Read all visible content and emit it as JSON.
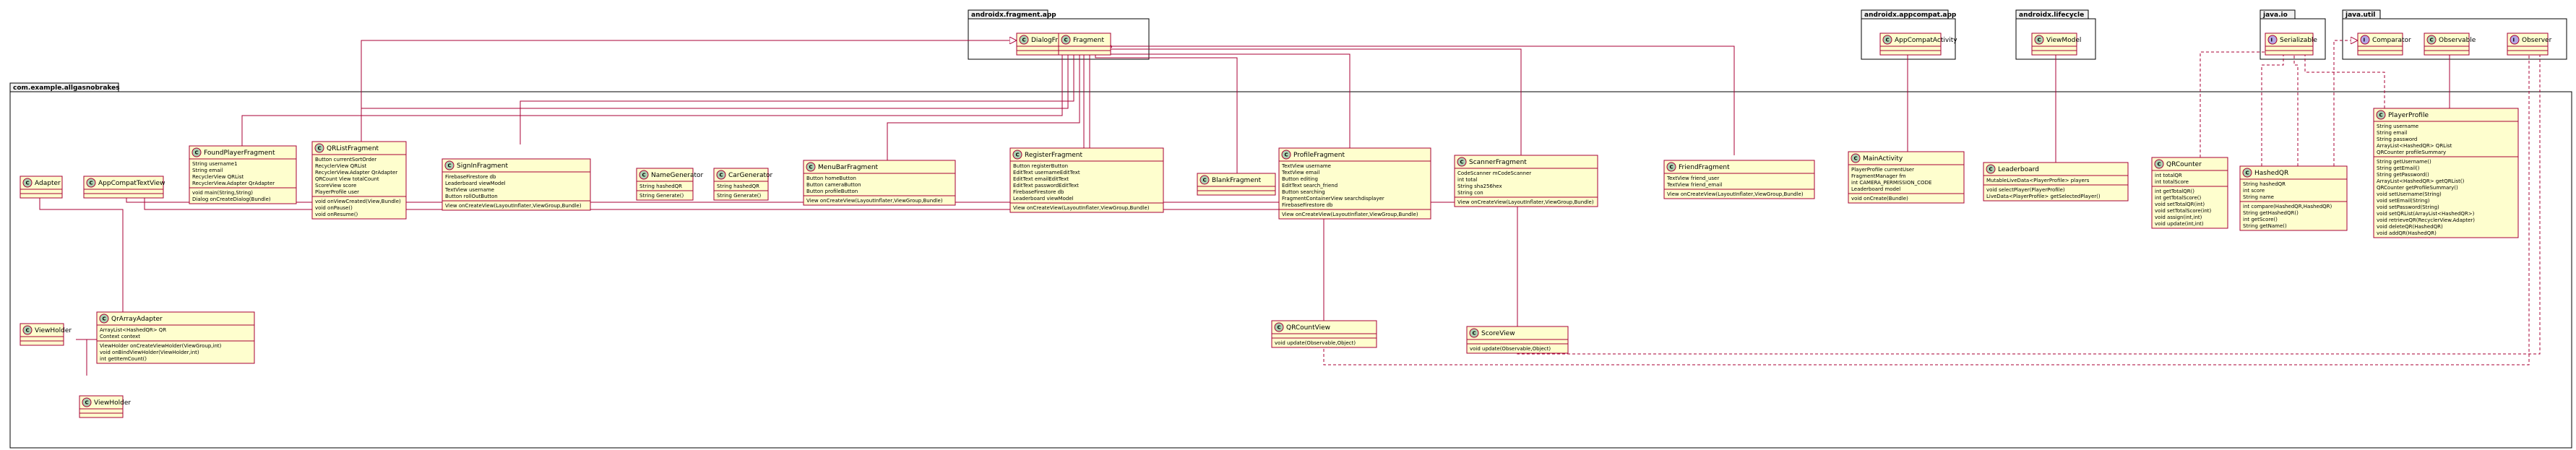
{
  "packages": {
    "main": "com.example.allgasnobrakes",
    "fragment_app": "androidx.fragment.app",
    "appcompat_app": "androidx.appcompat.app",
    "lifecycle": "androidx.lifecycle",
    "java_io": "java.io",
    "java_util": "java.util"
  },
  "classes": {
    "DialogFragment": {
      "name": "DialogFragment",
      "members": []
    },
    "Fragment": {
      "name": "Fragment",
      "members": []
    },
    "AppCompatActivity": {
      "name": "AppCompatActivity",
      "members": []
    },
    "ViewModel": {
      "name": "ViewModel",
      "members": []
    },
    "Serializable": {
      "name": "Serializable",
      "members": []
    },
    "Comparator": {
      "name": "Comparator",
      "members": []
    },
    "Observable": {
      "name": "Observable",
      "members": []
    },
    "Observer": {
      "name": "Observer",
      "members": []
    },
    "Adapter": {
      "name": "Adapter",
      "members": []
    },
    "AppCompatTextView": {
      "name": "AppCompatTextView",
      "members": []
    },
    "FoundPlayerFragment": {
      "name": "FoundPlayerFragment",
      "members": [
        "String username1",
        "String email",
        "RecyclerView QRList",
        "RecyclerView.Adapter QrAdapter",
        "void main(String,String)",
        "Dialog onCreateDialog(Bundle)"
      ]
    },
    "QRListFragment": {
      "name": "QRListFragment",
      "members": [
        "Button currentSortOrder",
        "RecyclerView QRList",
        "RecyclerView.Adapter QrAdapter",
        "QRCount View totalCount",
        "ScoreView score",
        "PlayerProfile user",
        "void onViewCreated(View,Bundle)",
        "void onPause()",
        "void onResume()"
      ]
    },
    "SignInFragment": {
      "name": "SignInFragment",
      "members": [
        "FirebaseFirestore db",
        "Leaderboard viewModel",
        "TextView username",
        "Button rollOutButton",
        "View onCreateView(LayoutInflater,ViewGroup,Bundle)"
      ]
    },
    "NameGenerator": {
      "name": "NameGenerator",
      "members": [
        "String hashedQR",
        "String Generate()"
      ]
    },
    "CarGenerator": {
      "name": "CarGenerator",
      "members": [
        "String hashedQR",
        "String Generate()"
      ]
    },
    "MenuBarFragment": {
      "name": "MenuBarFragment",
      "members": [
        "Button homeButton",
        "Button cameraButton",
        "Button profileButton",
        "View onCreateView(LayoutInflater,ViewGroup,Bundle)"
      ]
    },
    "RegisterFragment": {
      "name": "RegisterFragment",
      "members": [
        "Button registerButton",
        "EditText usernameEditText",
        "EditText emailEditText",
        "EditText passwordEditText",
        "FirebaseFirestore db",
        "Leaderboard viewModel",
        "View onCreateView(LayoutInflater,ViewGroup,Bundle)"
      ]
    },
    "BlankFragment": {
      "name": "BlankFragment",
      "members": []
    },
    "ProfileFragment": {
      "name": "ProfileFragment",
      "members": [
        "TextView username",
        "TextView email",
        "Button editing",
        "EditText search_friend",
        "Button searching",
        "FragmentContainerView searchdisplayer",
        "FirebaseFirestore db",
        "View onCreateView(LayoutInflater,ViewGroup,Bundle)"
      ]
    },
    "ScannerFragment": {
      "name": "ScannerFragment",
      "members": [
        "CodeScanner mCodeScanner",
        "int total",
        "String sha256hex",
        "String con",
        "View onCreateView(LayoutInflater,ViewGroup,Bundle)"
      ]
    },
    "FriendFragment": {
      "name": "FriendFragment",
      "members": [
        "TextView friend_user",
        "TextView friend_email",
        "View onCreateView(LayoutInflater,ViewGroup,Bundle)"
      ]
    },
    "MainActivity": {
      "name": "MainActivity",
      "members": [
        "PlayerProfile currentUser",
        "FragmentManager fm",
        "int CAMERA_PERMISSION_CODE",
        "Leaderboard model",
        "void onCreate(Bundle)"
      ]
    },
    "Leaderboard": {
      "name": "Leaderboard",
      "members": [
        "MutableLiveData<PlayerProfile> players",
        "void selectPlayer(PlayerProfile)",
        "LiveData<PlayerProfile> getSelectedPlayer()"
      ]
    },
    "QRCounter": {
      "name": "QRCounter",
      "members": [
        "int totalQR",
        "int totalScore",
        "int getTotalQR()",
        "int getTotalScore()",
        "void setTotalQR(int)",
        "void setTotalScore(int)",
        "void assign(int,int)",
        "void update(int,int)"
      ]
    },
    "HashedQR": {
      "name": "HashedQR",
      "members": [
        "String hashedQR",
        "int score",
        "String name",
        "int compare(HashedQR,HashedQR)",
        "String getHashedQR()",
        "int getScore()",
        "String getName()"
      ]
    },
    "PlayerProfile": {
      "name": "PlayerProfile",
      "members": [
        "String username",
        "String email",
        "String password",
        "ArrayList<HashedQR> QRList",
        "QRCounter profileSummary",
        "String getUsername()",
        "String getEmail()",
        "String getPassword()",
        "ArrayList<HashedQR> getQRList()",
        "QRCounter getProfileSummary()",
        "void setUsername(String)",
        "void setEmail(String)",
        "void setPassword(String)",
        "void setQRList(ArrayList<HashedQR>)",
        "void retrieveQR(RecyclerView.Adapter)",
        "void deleteQR(HashedQR)",
        "void addQR(HashedQR)"
      ]
    },
    "QrArrayAdapter": {
      "name": "QrArrayAdapter",
      "members": [
        "ArrayList<HashedQR> QR",
        "Context context",
        "ViewHolder onCreateViewHolder(ViewGroup,int)",
        "void onBindViewHolder(ViewHolder,int)",
        "int getItemCount()"
      ]
    },
    "ViewHolder": {
      "name": "ViewHolder",
      "members": []
    },
    "ViewHolderInner": {
      "name": "ViewHolder",
      "members": []
    },
    "QRCountView": {
      "name": "QRCountView",
      "members": [
        "void update(Observable,Object)"
      ]
    },
    "ScoreView": {
      "name": "ScoreView",
      "members": [
        "void update(Observable,Object)"
      ]
    }
  }
}
